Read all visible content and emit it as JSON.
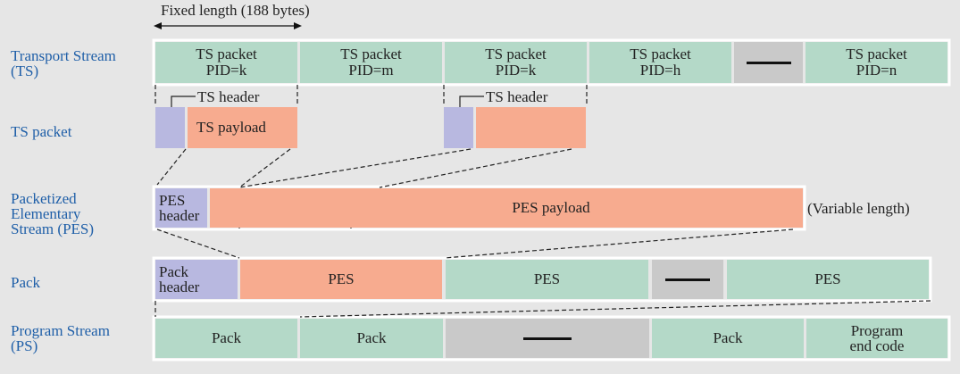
{
  "fixed_length_label": "Fixed length (188 bytes)",
  "row_labels": {
    "ts": "Transport Stream\n(TS)",
    "ts_packet": "TS packet",
    "pes": "Packetized\nElementary\nStream (PES)",
    "pack": "Pack",
    "ps": "Program Stream\n(PS)"
  },
  "ts_cells": [
    {
      "l1": "TS packet",
      "l2": "PID=k"
    },
    {
      "l1": "TS packet",
      "l2": "PID=m"
    },
    {
      "l1": "TS packet",
      "l2": "PID=k"
    },
    {
      "l1": "TS packet",
      "l2": "PID=h"
    },
    {
      "l1": "TS packet",
      "l2": "PID=n"
    }
  ],
  "ts_header_label": "TS header",
  "ts_payload_label": "TS payload",
  "pes_header_label": "PES\nheader",
  "pes_payload_label": "PES payload",
  "variable_length_label": "(Variable length)",
  "pack_header_label": "Pack\nheader",
  "pes_label": "PES",
  "pack_label": "Pack",
  "program_end_code_label": "Program\nend code",
  "colors": {
    "green": "#b4d9c8",
    "grey": "#c9c9c9",
    "blue": "#b8b8e0",
    "salmon": "#f7ab8f",
    "label_blue": "#1f5fa8",
    "background": "#e6e6e6"
  }
}
